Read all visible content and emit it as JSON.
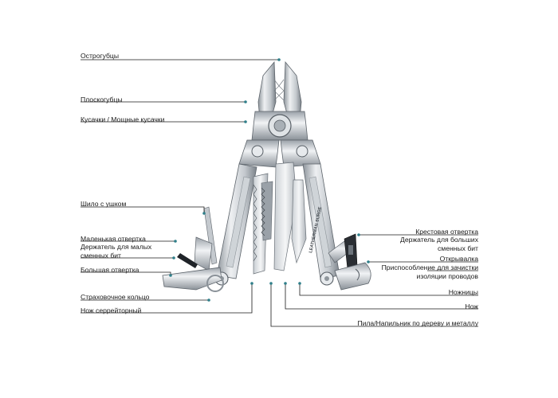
{
  "diagram": {
    "colors": {
      "line": "#1a1a1a",
      "arrow": "#2f7f8a",
      "steel_light": "#e6e9ec",
      "steel_mid": "#b5bbc2",
      "steel_dark": "#6f767e"
    },
    "labels_left": [
      {
        "key": "needlenose",
        "text": "Острогубцы"
      },
      {
        "key": "regular_pliers",
        "text": "Плоскогубцы"
      },
      {
        "key": "wire_cutters",
        "text": "Кусачки / Мощные кусачки"
      },
      {
        "key": "awl",
        "text": "Шило с ушком"
      },
      {
        "key": "small_screwdriver",
        "text": "Маленькая отвертка"
      },
      {
        "key": "small_bit_holder",
        "text": "Держатель для малых\nсменных бит"
      },
      {
        "key": "large_screwdriver",
        "text": "Большая отвертка"
      },
      {
        "key": "lanyard_ring",
        "text": "Страховочное кольцо"
      },
      {
        "key": "serrated_knife",
        "text": "Нож серрейторный"
      }
    ],
    "labels_right": [
      {
        "key": "phillips",
        "text": "Крестовая отвертка"
      },
      {
        "key": "large_bit_holder",
        "text": "Держатель для больших\nсменных бит"
      },
      {
        "key": "bottle_opener",
        "text": "Открывалка"
      },
      {
        "key": "wire_stripper",
        "text": "Приспособление для зачистки\nизоляции проводов"
      },
      {
        "key": "scissors",
        "text": "Ножницы"
      },
      {
        "key": "knife",
        "text": "Нож"
      },
      {
        "key": "saw_file",
        "text": "Пила/Напильник по дереву и металлу"
      }
    ],
    "tool_engraving": "LEATHERMAN SURGE"
  }
}
